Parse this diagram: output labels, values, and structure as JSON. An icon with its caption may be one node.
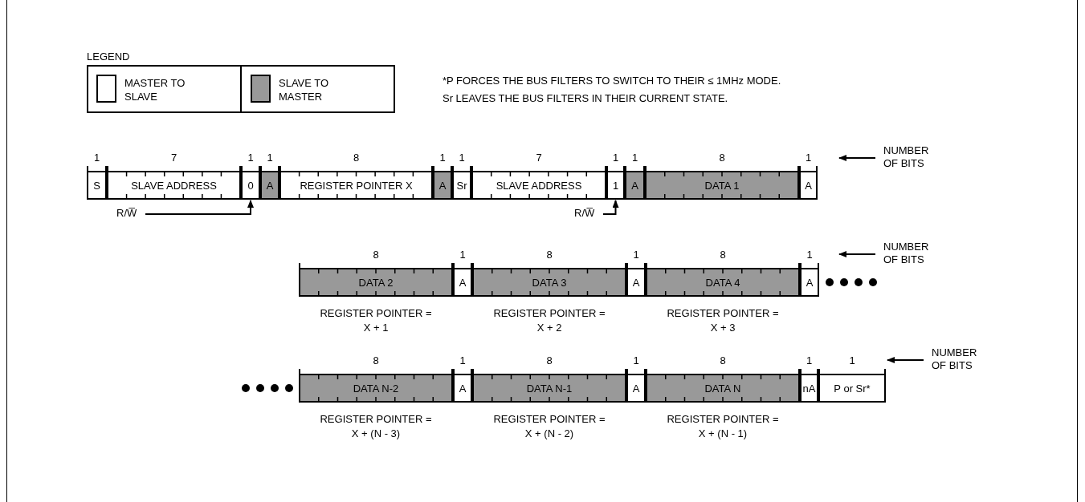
{
  "diagram": {
    "nodes": [
      {
        "text": [
          "S"
        ],
        "beside": [
          "1"
        ]
      },
      {
        "text": [
          "SLAVE ADDRESS"
        ],
        "beside": [
          "7"
        ]
      },
      {
        "text": [
          "0"
        ],
        "beside": [
          "1"
        ]
      },
      {
        "text": [
          "A"
        ],
        "beside": [
          "1"
        ]
      },
      {
        "text": [
          "REGISTER POINTER X"
        ],
        "beside": [
          "8"
        ]
      },
      {
        "text": [
          "A"
        ],
        "beside": [
          "1"
        ]
      },
      {
        "text": [
          "Sr"
        ],
        "beside": [
          "1"
        ]
      },
      {
        "text": [
          "SLAVE ADDRESS"
        ],
        "beside": [
          "7"
        ]
      },
      {
        "text": [
          "1"
        ],
        "beside": [
          "1"
        ]
      },
      {
        "text": [
          "A"
        ],
        "beside": [
          "1"
        ]
      },
      {
        "text": [
          "DATA 1"
        ],
        "beside": [
          "8"
        ]
      },
      {
        "text": [
          "A"
        ],
        "beside": [
          "1"
        ]
      },
      {
        "text": [
          "NUMBER OF BITS"
        ]
      },
      {
        "text": [
          "R/W̅"
        ]
      },
      {
        "text": [
          "R/W̅"
        ]
      },
      {
        "text": [
          "DATA 2"
        ],
        "beside": [
          "8",
          "REGISTER POINTER = X + 1"
        ]
      },
      {
        "text": [
          "A"
        ],
        "beside": [
          "1"
        ]
      },
      {
        "text": [
          "DATA 3"
        ],
        "beside": [
          "8",
          "REGISTER POINTER = X + 2"
        ]
      },
      {
        "text": [
          "A"
        ],
        "beside": [
          "1"
        ]
      },
      {
        "text": [
          "DATA 4"
        ],
        "beside": [
          "8",
          "REGISTER POINTER = X + 3"
        ]
      },
      {
        "text": [
          "A"
        ],
        "beside": [
          "1"
        ]
      },
      {
        "text": [
          "NUMBER OF BITS"
        ]
      },
      {
        "text": [
          "DATA N-2"
        ],
        "beside": [
          "8",
          "REGISTER POINTER = X + (N - 3)"
        ]
      },
      {
        "text": [
          "A"
        ],
        "beside": [
          "1"
        ]
      },
      {
        "text": [
          "DATA N-1"
        ],
        "beside": [
          "8",
          "REGISTER POINTER = X + (N - 2)"
        ]
      },
      {
        "text": [
          "A"
        ],
        "beside": [
          "1"
        ]
      },
      {
        "text": [
          "DATA N"
        ],
        "beside": [
          "8",
          "REGISTER POINTER = X + (N - 1)"
        ]
      },
      {
        "text": [
          "nA"
        ],
        "beside": [
          "1"
        ]
      },
      {
        "text": [
          "P or Sr*"
        ],
        "beside": [
          "1"
        ]
      },
      {
        "text": [
          "NUMBER OF BITS"
        ]
      }
    ],
    "edges": [
      {
        "from": 12,
        "to": 11,
        "arrow": "to"
      },
      {
        "from": 13,
        "to": 2,
        "arrow": "to"
      },
      {
        "from": 14,
        "to": 8,
        "arrow": "to"
      },
      {
        "from": 21,
        "to": 20,
        "arrow": "to"
      },
      {
        "from": 29,
        "to": 28,
        "arrow": "to"
      }
    ],
    "labels": [
      "LEGEND",
      "*P FORCES THE BUS FILTERS TO SWITCH TO THEIR ≤ 1MHz MODE.",
      "Sr LEAVES THE BUS FILTERS IN THEIR CURRENT STATE."
    ],
    "legend": [
      {
        "text": "MASTER TO SLAVE",
        "color": "#ffffff"
      },
      {
        "text": "SLAVE TO MASTER",
        "color": "#999999"
      }
    ]
  }
}
